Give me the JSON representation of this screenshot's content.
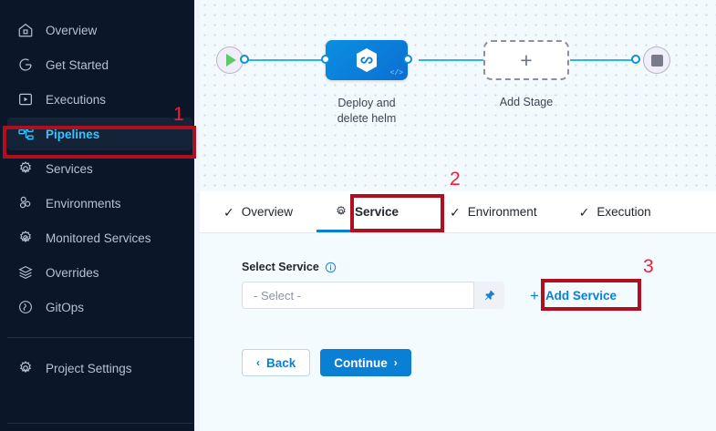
{
  "sidebar": {
    "items": [
      {
        "label": "Overview",
        "icon": "home-icon",
        "active": false
      },
      {
        "label": "Get Started",
        "icon": "rocket-circle-icon",
        "active": false
      },
      {
        "label": "Executions",
        "icon": "play-box-icon",
        "active": false
      },
      {
        "label": "Pipelines",
        "icon": "pipeline-nodes-icon",
        "active": true
      },
      {
        "label": "Services",
        "icon": "gear-icon",
        "active": false
      },
      {
        "label": "Environments",
        "icon": "environments-icon",
        "active": false
      },
      {
        "label": "Monitored Services",
        "icon": "monitored-gear-icon",
        "active": false
      },
      {
        "label": "Overrides",
        "icon": "layers-icon",
        "active": false
      },
      {
        "label": "GitOps",
        "icon": "gitops-icon",
        "active": false
      }
    ],
    "settings": {
      "label": "Project Settings",
      "icon": "gear-icon"
    },
    "background_color": "#0b1628",
    "active_color": "#33c5ff"
  },
  "canvas": {
    "start_node": {
      "name": "start-node",
      "icon": "play-triangle-icon"
    },
    "stage": {
      "label": "Deploy and\ndelete helm",
      "label_line1": "Deploy and",
      "label_line2": "delete helm",
      "icon": "helm-hexagon-icon",
      "code_icon": "code-icon",
      "color": "#0b7fd4"
    },
    "add_stage": {
      "label": "Add Stage",
      "icon": "plus-icon"
    },
    "end_node": {
      "name": "end-node",
      "icon": "stop-square-icon"
    }
  },
  "tabs": [
    {
      "label": "Overview",
      "icon": "check-icon",
      "active": false
    },
    {
      "label": "Service",
      "icon": "gear-icon",
      "active": true
    },
    {
      "label": "Environment",
      "icon": "check-icon",
      "active": false
    },
    {
      "label": "Execution",
      "icon": "check-icon",
      "active": false
    }
  ],
  "form": {
    "select_service_label": "Select Service",
    "info_icon": "info-icon",
    "select_value": "- Select -",
    "pin_icon": "pin-icon",
    "add_service_label": "Add Service",
    "add_service_plus": "+",
    "back_label": "Back",
    "back_chevron": "‹",
    "continue_label": "Continue",
    "continue_chevron": "›"
  },
  "annotations": {
    "color": "#b10f20",
    "number_color": "#f41d38",
    "markers": [
      {
        "number": "1",
        "target": "sidebar-item-pipelines"
      },
      {
        "number": "2",
        "target": "tab-service"
      },
      {
        "number": "3",
        "target": "add-service-link"
      }
    ]
  }
}
